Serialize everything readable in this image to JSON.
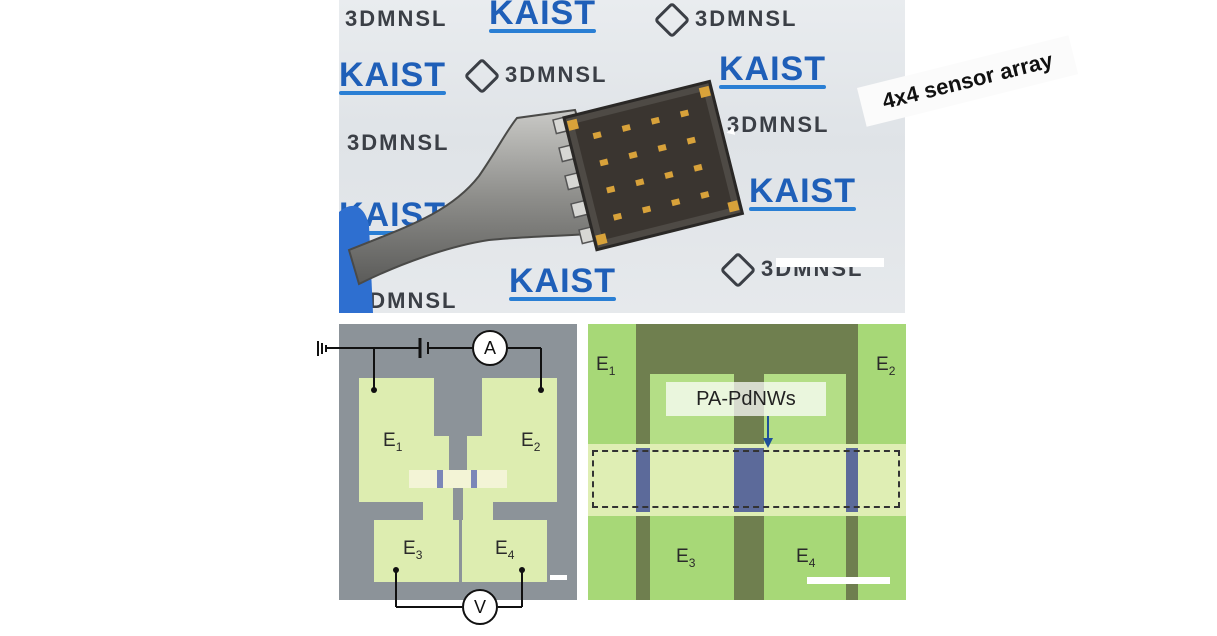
{
  "photo": {
    "label": "4x4 sensor array",
    "watermarks": [
      "KAIST",
      "3DMNSL"
    ]
  },
  "schematic": {
    "electrodes": [
      "E",
      "E",
      "E",
      "E"
    ],
    "electrode_subs": [
      "1",
      "2",
      "3",
      "4"
    ],
    "ammeter": "A",
    "voltmeter": "V"
  },
  "micrograph": {
    "electrodes": [
      "E",
      "E",
      "E",
      "E"
    ],
    "electrode_subs": [
      "1",
      "2",
      "3",
      "4"
    ],
    "annotation": "PA-PdNWs"
  },
  "colors": {
    "pad": "#ddedb0",
    "substrate": "#8c9399",
    "micro_green": "#a7d877",
    "nanowire": "#5c6a9a",
    "kaist_blue": "#1f5fb8"
  }
}
